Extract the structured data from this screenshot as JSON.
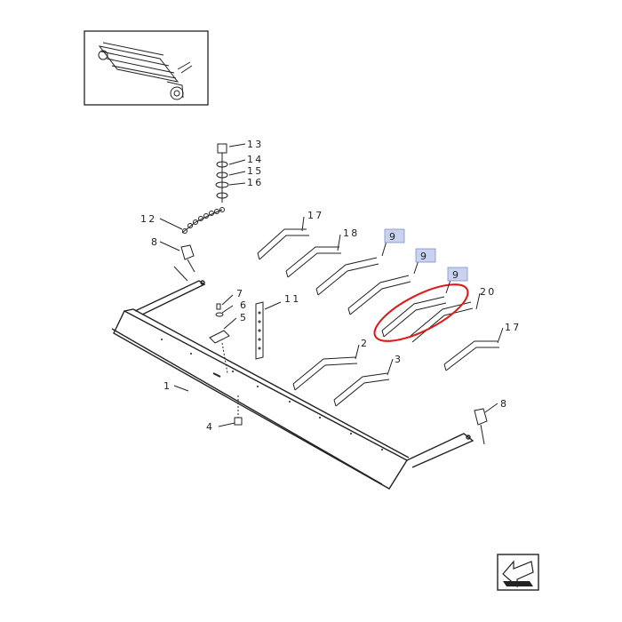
{
  "parts": [
    {
      "id": "p1",
      "label": "1"
    },
    {
      "id": "p3",
      "label": "3"
    },
    {
      "id": "p4",
      "label": "4"
    },
    {
      "id": "p5",
      "label": "5"
    },
    {
      "id": "p6",
      "label": "6"
    },
    {
      "id": "p7",
      "label": "7"
    },
    {
      "id": "p8a",
      "label": "8"
    },
    {
      "id": "p8b",
      "label": "8"
    },
    {
      "id": "p9a",
      "label": "9"
    },
    {
      "id": "p9b",
      "label": "9"
    },
    {
      "id": "p9c",
      "label": "9"
    },
    {
      "id": "p11",
      "label": "11"
    },
    {
      "id": "p12",
      "label": "12"
    },
    {
      "id": "p13",
      "label": "13"
    },
    {
      "id": "p14",
      "label": "14"
    },
    {
      "id": "p15",
      "label": "15"
    },
    {
      "id": "p16",
      "label": "16"
    },
    {
      "id": "p17a",
      "label": "17"
    },
    {
      "id": "p17b",
      "label": "17"
    },
    {
      "id": "p18",
      "label": "18"
    },
    {
      "id": "p2",
      "label": "2"
    },
    {
      "id": "p20",
      "label": "20"
    }
  ],
  "highlighted_part": "20",
  "colors": {
    "highlight_ring": "#e01818",
    "label_highlight": "#c9d3f0"
  },
  "icons": {
    "overview": "overview-thumbnail",
    "nav": "next-page-arrow-icon"
  }
}
